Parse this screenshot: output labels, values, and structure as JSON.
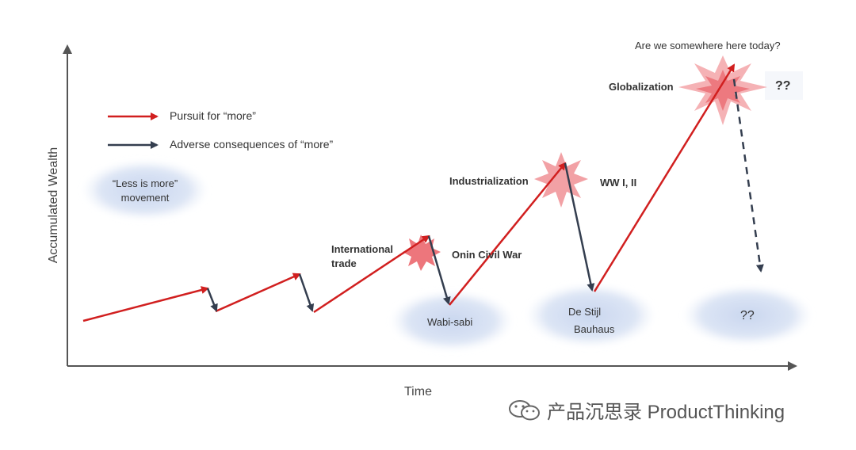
{
  "axes": {
    "y_label": "Accumulated Wealth",
    "x_label": "Time"
  },
  "legend": {
    "items": [
      {
        "label": "Pursuit for “more”",
        "color": "#d11f1f"
      },
      {
        "label": "Adverse consequences of “more”",
        "color": "#343e4f"
      }
    ]
  },
  "annotations": {
    "less_is_more_line1": "“Less is more”",
    "less_is_more_line2": "movement",
    "international_trade_line1": "International",
    "international_trade_line2": "trade",
    "onin_civil_war": "Onin Civil War",
    "industrialization": "Industrialization",
    "ww": "WW I, II",
    "globalization": "Globalization",
    "question_top": "??",
    "question_bottom": "??",
    "are_we_here": "Are we somewhere here today?",
    "wabi_sabi": "Wabi-sabi",
    "de_stijl": "De Stijl",
    "bauhaus": "Bauhaus"
  },
  "colors": {
    "pursuit": "#d11f1f",
    "adverse": "#343e4f",
    "axis": "#555555",
    "cloud": "#c9d6ee",
    "burst": "#e8545b"
  },
  "watermark": {
    "text": "产品沉思录 ProductThinking"
  }
}
